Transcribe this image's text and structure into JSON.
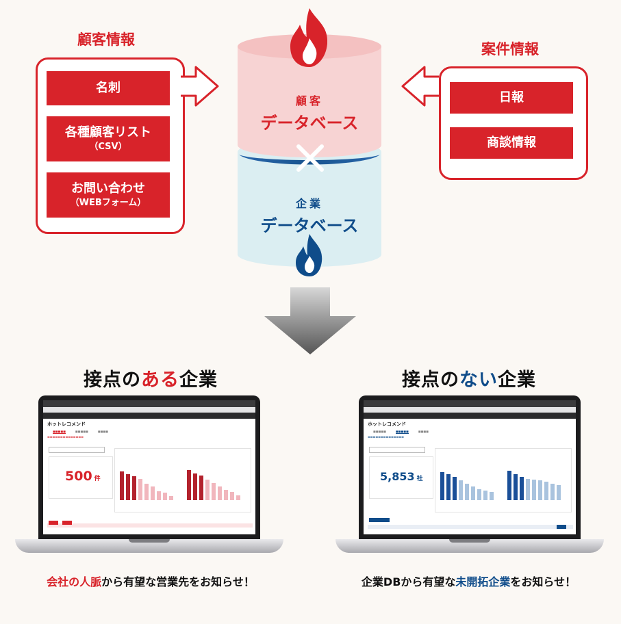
{
  "customer_info": {
    "title": "顧客情報",
    "items": [
      {
        "main": "名刺",
        "sub": ""
      },
      {
        "main": "各種顧客リスト",
        "sub": "（CSV）"
      },
      {
        "main": "お問い合わせ",
        "sub": "（WEBフォーム）"
      }
    ]
  },
  "deal_info": {
    "title": "案件情報",
    "items": [
      {
        "main": "日報"
      },
      {
        "main": "商談情報"
      }
    ]
  },
  "customer_db": {
    "line1": "顧客",
    "line2": "データベース"
  },
  "company_db": {
    "line1": "企業",
    "line2": "データベース"
  },
  "left_result": {
    "heading_pre": "接点の",
    "heading_hl": "ある",
    "heading_post": "企業",
    "caption_hl": "会社の人脈",
    "caption_rest": "から有望な営業先をお知らせ！",
    "screen_title": "ホットレコメンド",
    "count": "500",
    "unit": "件",
    "bars_a": [
      0.88,
      0.8,
      0.72,
      0.64,
      0.5,
      0.42,
      0.28,
      0.22,
      0.12
    ],
    "bars_b": [
      0.92,
      0.82,
      0.74,
      0.62,
      0.52,
      0.42,
      0.32,
      0.24,
      0.14
    ]
  },
  "right_result": {
    "heading_pre": "接点の",
    "heading_hl": "ない",
    "heading_post": "企業",
    "caption_pre": "企業DBから有望な",
    "caption_hl": "未開拓企業",
    "caption_rest": "をお知らせ！",
    "screen_title": "ホットレコメンド",
    "count": "5,853",
    "unit": "社",
    "bars_a": [
      0.86,
      0.8,
      0.7,
      0.6,
      0.5,
      0.42,
      0.34,
      0.3,
      0.26
    ],
    "bars_b": [
      0.9,
      0.8,
      0.7,
      0.64,
      0.62,
      0.6,
      0.56,
      0.5,
      0.46
    ]
  },
  "colors": {
    "accent_red": "#d8232a",
    "accent_blue": "#0f4c8a",
    "customer_db_fill": "#f7d3d3",
    "company_db_fill": "#dbeef2",
    "background": "#fbf8f4"
  }
}
